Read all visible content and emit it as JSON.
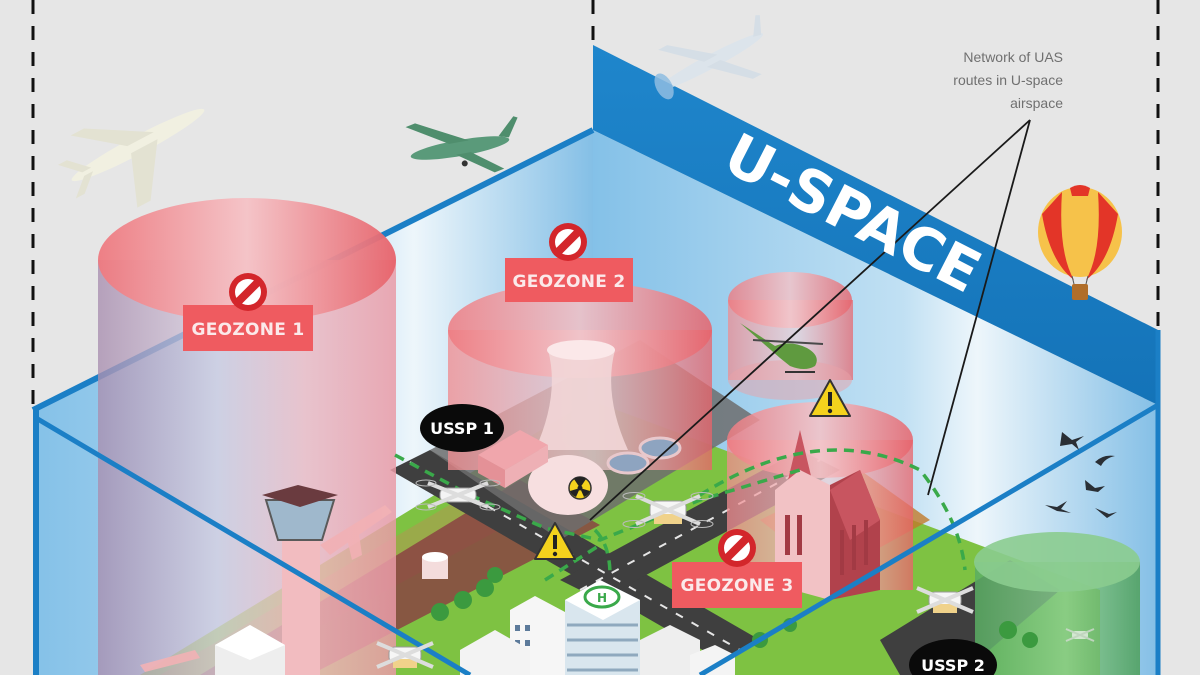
{
  "title": "U-SPACE",
  "annotation": {
    "lines": [
      "Network of UAS",
      "routes in U-space",
      "airspace"
    ]
  },
  "geozones": [
    {
      "id": 1,
      "label": "GEOZONE 1",
      "icon": "no-entry-icon"
    },
    {
      "id": 2,
      "label": "GEOZONE 2",
      "icon": "no-entry-icon"
    },
    {
      "id": 3,
      "label": "GEOZONE 3",
      "icon": "no-entry-icon"
    }
  ],
  "ussps": [
    {
      "id": 1,
      "label": "USSP 1"
    },
    {
      "id": 2,
      "label": "USSP 2"
    }
  ],
  "icons": {
    "warning": "warning-triangle-icon",
    "radiation": "radiation-icon",
    "helipad": "helipad-icon",
    "balloon": "hot-air-balloon-icon",
    "airliner": "airliner-icon",
    "light_aircraft": "light-aircraft-icon",
    "glider": "glider-icon",
    "helicopter": "helicopter-icon",
    "drone": "drone-icon",
    "birds": "birds-icon"
  },
  "helipad_letter": "H",
  "colors": {
    "background": "#e6e6e6",
    "uspace_blue": "#1b7fc6",
    "uspace_fill": "#8fc7ea",
    "geozone_red": "#ee5a5f",
    "geozone_label_bg": "#ef5b60",
    "no_entry_red": "#d3262b",
    "ussp_black": "#0a0a0a",
    "route_green": "#3aa94a",
    "green_zone": "#63b36a",
    "grass": "#7ec242",
    "road": "#3f3f3f",
    "warning_yellow": "#f4d21d"
  }
}
